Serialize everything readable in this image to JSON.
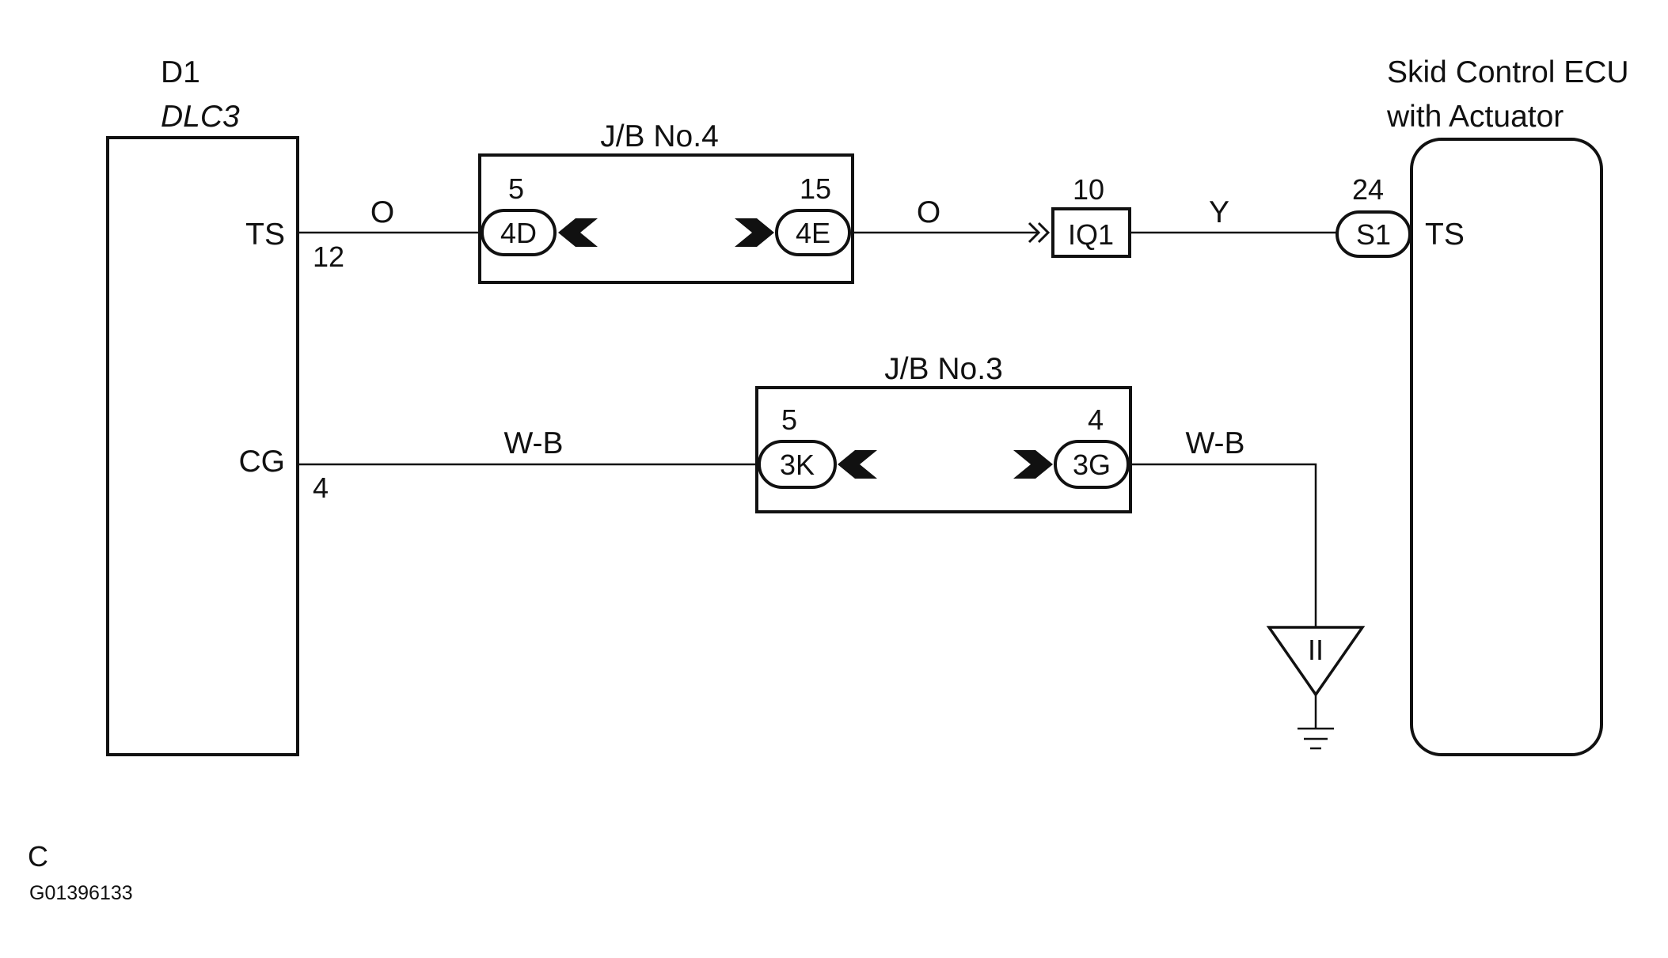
{
  "components": {
    "dlc3": {
      "id": "D1",
      "name": "DLC3",
      "terminals": [
        {
          "name": "TS",
          "pin": "12"
        },
        {
          "name": "CG",
          "pin": "4"
        }
      ]
    },
    "ecu": {
      "name_line1": "Skid Control ECU",
      "name_line2": "with Actuator",
      "terminal": {
        "name": "TS",
        "pin": "24",
        "connector": "S1"
      }
    }
  },
  "junction_blocks": [
    {
      "label": "J/B No.4",
      "left": {
        "connector": "4D",
        "pin": "5"
      },
      "right": {
        "connector": "4E",
        "pin": "15"
      }
    },
    {
      "label": "J/B No.3",
      "left": {
        "connector": "3K",
        "pin": "5"
      },
      "right": {
        "connector": "3G",
        "pin": "4"
      }
    }
  ],
  "inline_connector": {
    "label": "IQ1",
    "pin": "10"
  },
  "ground_point": {
    "label": "II"
  },
  "wires": [
    {
      "color": "O"
    },
    {
      "color": "O"
    },
    {
      "color": "Y"
    },
    {
      "color": "W-B"
    },
    {
      "color": "W-B"
    }
  ],
  "footer": {
    "section": "C",
    "code": "G01396133"
  }
}
